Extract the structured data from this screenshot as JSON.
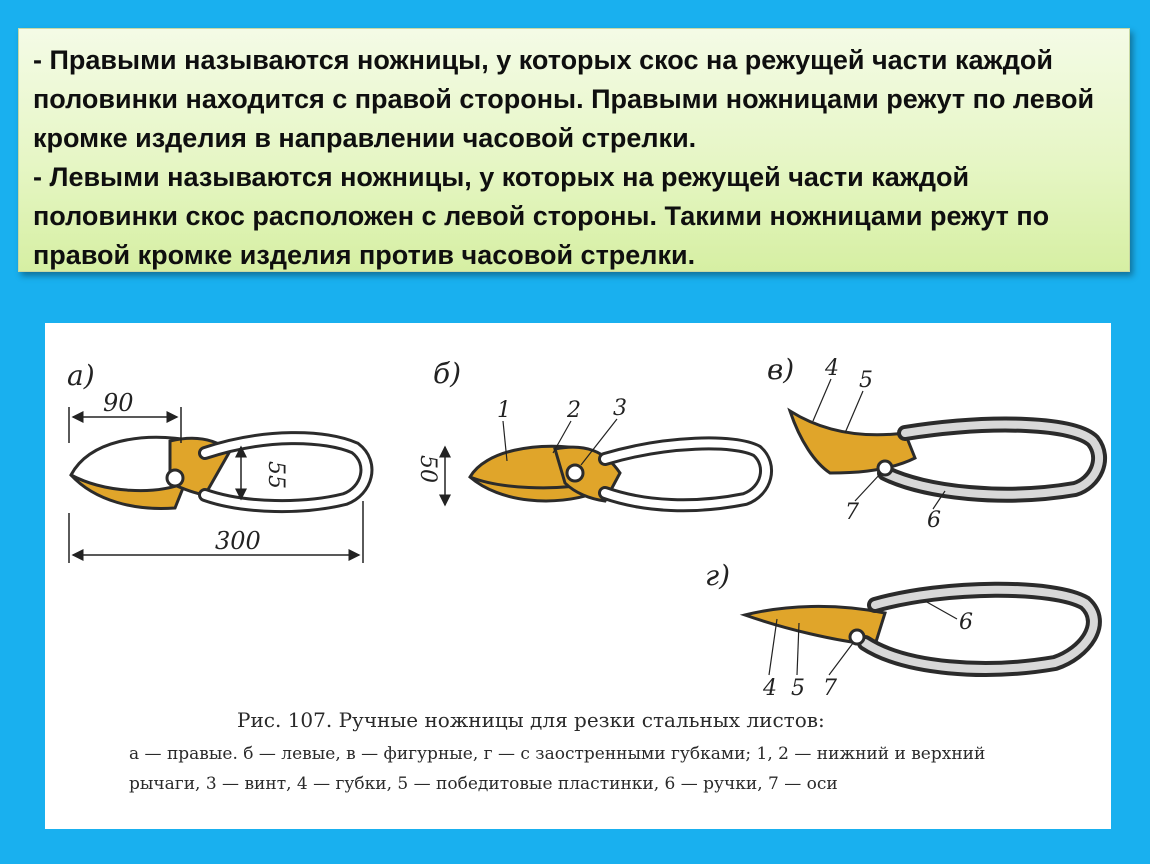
{
  "intro": {
    "paragraphs": [
      "- Правыми называются ножницы, у которых скос на режущей части каждой половинки находится с правой стороны. Правыми ножницами режут по левой кромке изделия в направлении часовой стрелки.",
      "- Левыми называются ножницы, у которых на режущей части каждой половинки скос расположен с левой стороны. Такими ножницами режут по правой кромке изделия против часовой стрелки."
    ]
  },
  "figure": {
    "labels": {
      "a": "а)",
      "b": "б)",
      "v": "в)",
      "g": "г)"
    },
    "dims": {
      "blade_length": "90",
      "blade_height_a": "55",
      "total_length": "300",
      "blade_height_b": "50"
    },
    "callouts": {
      "b1": "1",
      "b2": "2",
      "b3": "3",
      "v4": "4",
      "v5": "5",
      "v6": "6",
      "v7": "7",
      "g4": "4",
      "g5": "5",
      "g6": "6",
      "g7": "7"
    },
    "caption": {
      "title": "Рис. 107. Ручные ножницы для резки стальных листов:",
      "line1": "а — правые. б — левые, в — фигурные, г — с заостренными губками; 1, 2 — нижний и верхний",
      "line2": "рычаги, 3 — винт, 4 — губки, 5 — победитовые пластинки, 6 — ручки, 7 — оси"
    }
  },
  "colors": {
    "background": "#19b0ef",
    "blade_yellow": "#e0a52a",
    "outline": "#2b2b2b"
  }
}
